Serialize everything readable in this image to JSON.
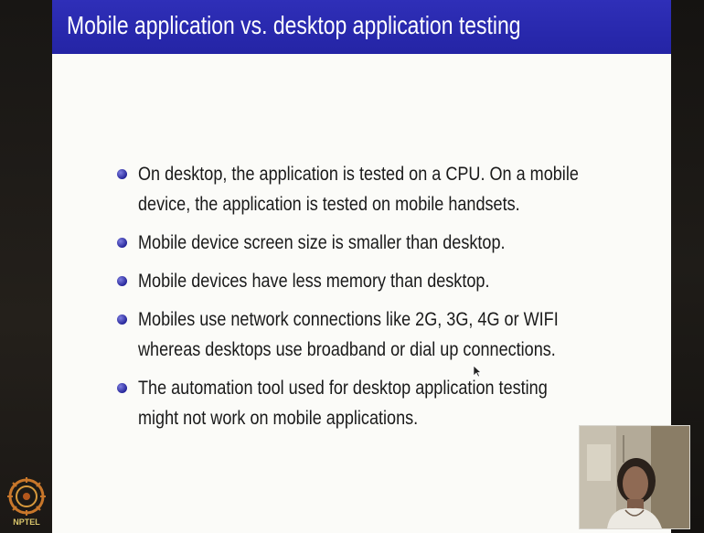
{
  "slide": {
    "title": "Mobile application vs. desktop application testing",
    "bullets": [
      {
        "lines": [
          "On desktop, the application is tested on a CPU. On a mobile",
          "device, the application is tested on mobile handsets."
        ]
      },
      {
        "lines": [
          "Mobile device screen size is smaller than desktop."
        ]
      },
      {
        "lines": [
          "Mobile devices have less memory than desktop."
        ]
      },
      {
        "lines": [
          "Mobiles use network connections like 2G, 3G, 4G or WIFI",
          "whereas desktops use broadband or dial up connections."
        ]
      },
      {
        "lines": [
          "The automation tool used for desktop application testing",
          "might not work on mobile applications."
        ]
      }
    ]
  },
  "branding": {
    "logo_text": "NPTEL"
  },
  "colors": {
    "title_bar": "#2626a8",
    "title_text": "#ffffff",
    "bullet": "#2b2b9e",
    "slide_bg": "#fbfbf8"
  },
  "icons": {
    "bullet": "bullet-dot-icon",
    "logo": "nptel-logo-icon",
    "cursor": "mouse-cursor-icon"
  }
}
